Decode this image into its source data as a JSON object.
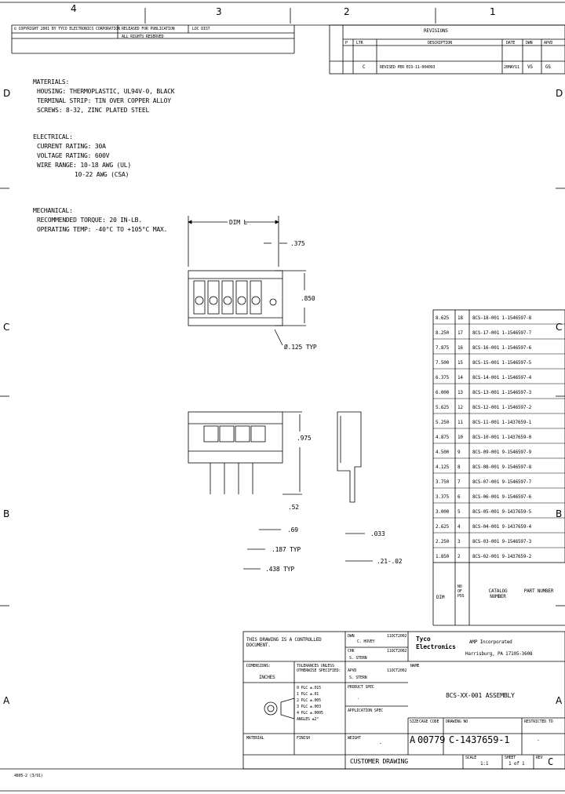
{
  "zones": {
    "top": [
      "4",
      "3",
      "2",
      "1"
    ],
    "left": [
      "D",
      "C",
      "B",
      "A"
    ],
    "right": [
      "D",
      "C",
      "B",
      "A"
    ]
  },
  "header": {
    "copyright": "© COPYRIGHT 2001 BY TYCO ELECTRONICS CORPORATION",
    "release": "RELEASED FOR PUBLICATION",
    "rights": "ALL RIGHTS RESERVED",
    "lg": "LOC   DIST",
    "revisions_title": "REVISIONS",
    "rev_cols": [
      "P",
      "LTR",
      "DESCRIPTION",
      "DATE",
      "DWN",
      "APVD"
    ],
    "rev_row": {
      "ltr": "C",
      "desc": "REVISED PER ECO-11-004093",
      "date": "20MAY11",
      "dwn": "VS",
      "apvd": "GS"
    }
  },
  "notes": {
    "materials_title": "MATERIALS:",
    "materials": [
      "HOUSING: THERMOPLASTIC, UL94V-0, BLACK",
      "TERMINAL STRIP: TIN OVER COPPER ALLOY",
      "SCREWS: 8-32, ZINC PLATED STEEL"
    ],
    "electrical_title": "ELECTRICAL:",
    "electrical": [
      "CURRENT RATING: 30A",
      "VOLTAGE RATING: 600V",
      "WIRE RANGE: 10-18 AWG (UL)",
      "10-22 AWG (CSA)"
    ],
    "mechanical_title": "MECHANICAL:",
    "mechanical": [
      "RECOMMENDED TORQUE: 20 IN-LB.",
      "OPERATING TEMP: -40°C TO +105°C MAX."
    ]
  },
  "dims": {
    "dim_l": "DIM L",
    "pitch": ".375",
    "height": ".850",
    "hole": "Ø.125 TYP",
    "tall": ".975",
    "d1": ".52",
    "d2": ".69",
    "d3": ".187 TYP",
    "d4": ".438 TYP",
    "d5": ".033",
    "d6": ".21-.02"
  },
  "table": {
    "rows": [
      [
        "8.625",
        "18",
        "8CS-18-001 1-1546597-8"
      ],
      [
        "8.250",
        "17",
        "8CS-17-001 1-1546597-7"
      ],
      [
        "7.875",
        "16",
        "8CS-16-001 1-1546597-6"
      ],
      [
        "7.500",
        "15",
        "8CS-15-001 1-1546597-5"
      ],
      [
        "6.375",
        "14",
        "8CS-14-001 1-1546597-4"
      ],
      [
        "6.000",
        "13",
        "8CS-13-001 1-1546597-3"
      ],
      [
        "5.625",
        "12",
        "8CS-12-001 1-1546597-2"
      ],
      [
        "5.250",
        "11",
        "8CS-11-001 1-1437659-1"
      ],
      [
        "4.875",
        "10",
        "8CS-10-001 1-1437659-0"
      ],
      [
        "4.500",
        "9",
        "8CS-09-001 9-1546597-9"
      ],
      [
        "4.125",
        "8",
        "8CS-08-001 9-1546597-8"
      ],
      [
        "3.750",
        "7",
        "8CS-07-001 9-1546597-7"
      ],
      [
        "3.375",
        "6",
        "8CS-06-001 9-1546597-6"
      ],
      [
        "3.000",
        "5",
        "8CS-05-001 9-1437659-5"
      ],
      [
        "2.625",
        "4",
        "8CS-04-001 9-1437659-4"
      ],
      [
        "2.250",
        "3",
        "8CS-03-001 9-1546597-3"
      ],
      [
        "1.850",
        "2",
        "8CS-02-001 9-1437659-2"
      ]
    ],
    "footer": {
      "dim": "DIM",
      "no": "NO OF POS",
      "catalog": "CATALOG NUMBER",
      "part": "PART NUMBER"
    }
  },
  "title_block": {
    "controlled": "THIS DRAWING IS A CONTROLLED DOCUMENT.",
    "dimensions": "DIMENSIONS:",
    "units": "INCHES",
    "tolerances": "TOLERANCES UNLESS OTHERWISE SPECIFIED:",
    "tol_lines": [
      "0 PLC ±.015",
      "1 PLC ±.01",
      "2 PLC ±.005",
      "3 PLC ±.003",
      "4 PLC ±.0005",
      "ANGLES ±2°"
    ],
    "material": "MATERIAL",
    "finish": "FINISH",
    "dwn": "DWN",
    "dwn_name": "C. HOVEY",
    "dwn_date": "11OCT2002",
    "chk": "CHK",
    "chk_name": "S. STERN",
    "chk_date": "11OCT2002",
    "appvd": "APVD",
    "appvd_name": "S. STERN",
    "appvd_date": "11OCT2002",
    "prod_spec": "PRODUCT SPEC",
    "app_spec": "APPLICATION SPEC",
    "weight": "WEIGHT",
    "brand_top": "Tyco",
    "brand_bottom": "Electronics",
    "company": "AMP Incorporated",
    "address": "Harrisburg, PA 17105-3608",
    "name_label": "NAME",
    "name": "8CS-XX-001 ASSEMBLY",
    "size_label": "SIZE",
    "size": "A",
    "cage_label": "CAGE CODE",
    "cage": "00779",
    "dwg_label": "DRAWING NO",
    "dwg": "C-1437659-1",
    "rev_label": "RESTRICTED TO",
    "rev": "-",
    "customer": "CUSTOMER DRAWING",
    "scale_label": "SCALE",
    "scale": "1:1",
    "sheet_label": "SHEET",
    "sheet": "1 of 1",
    "rev_ltr_label": "REV",
    "rev_ltr": "C",
    "dash": "-"
  },
  "form": "4805-2 (3/91)"
}
